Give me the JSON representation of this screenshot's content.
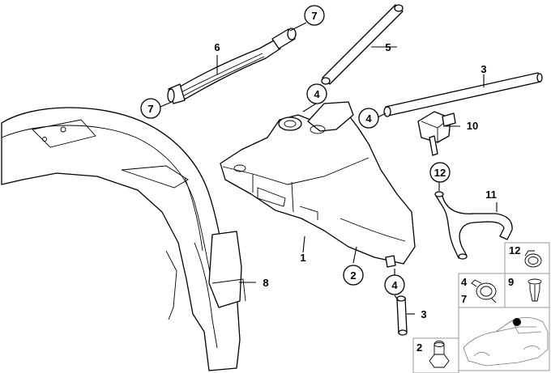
{
  "diagram": {
    "callouts": {
      "c1": "1",
      "c2": "2",
      "c3a": "3",
      "c3b": "3",
      "c4a": "4",
      "c4b": "4",
      "c4c": "4",
      "c5": "5",
      "c6": "6",
      "c7a": "7",
      "c7b": "7",
      "c8": "8",
      "c10": "10",
      "c11": "11",
      "c12": "12"
    },
    "legend": {
      "box12": "12",
      "box4": "4",
      "box7": "7",
      "box9": "9",
      "box2": "2"
    }
  }
}
